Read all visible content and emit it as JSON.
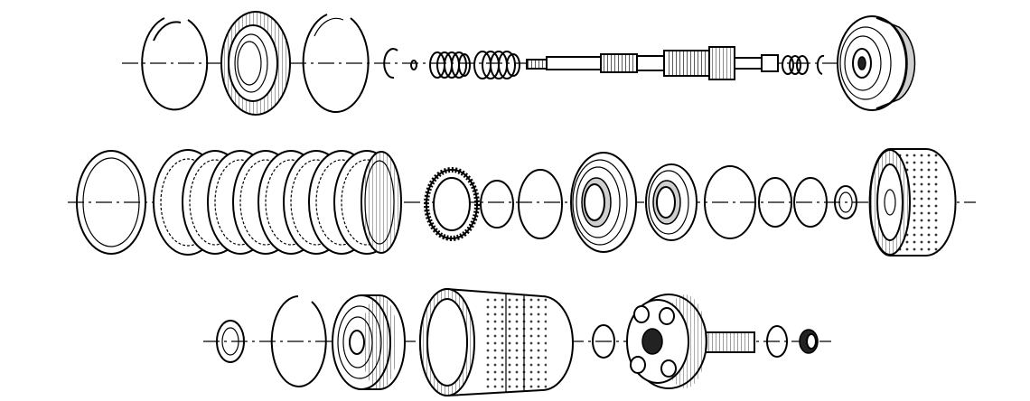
{
  "diagram": {
    "rows": 3,
    "colors": {
      "ink": "#000000",
      "background": "#ffffff",
      "shade": "#cfcfcf"
    },
    "parts_per_row": [
      13,
      16,
      9
    ]
  }
}
